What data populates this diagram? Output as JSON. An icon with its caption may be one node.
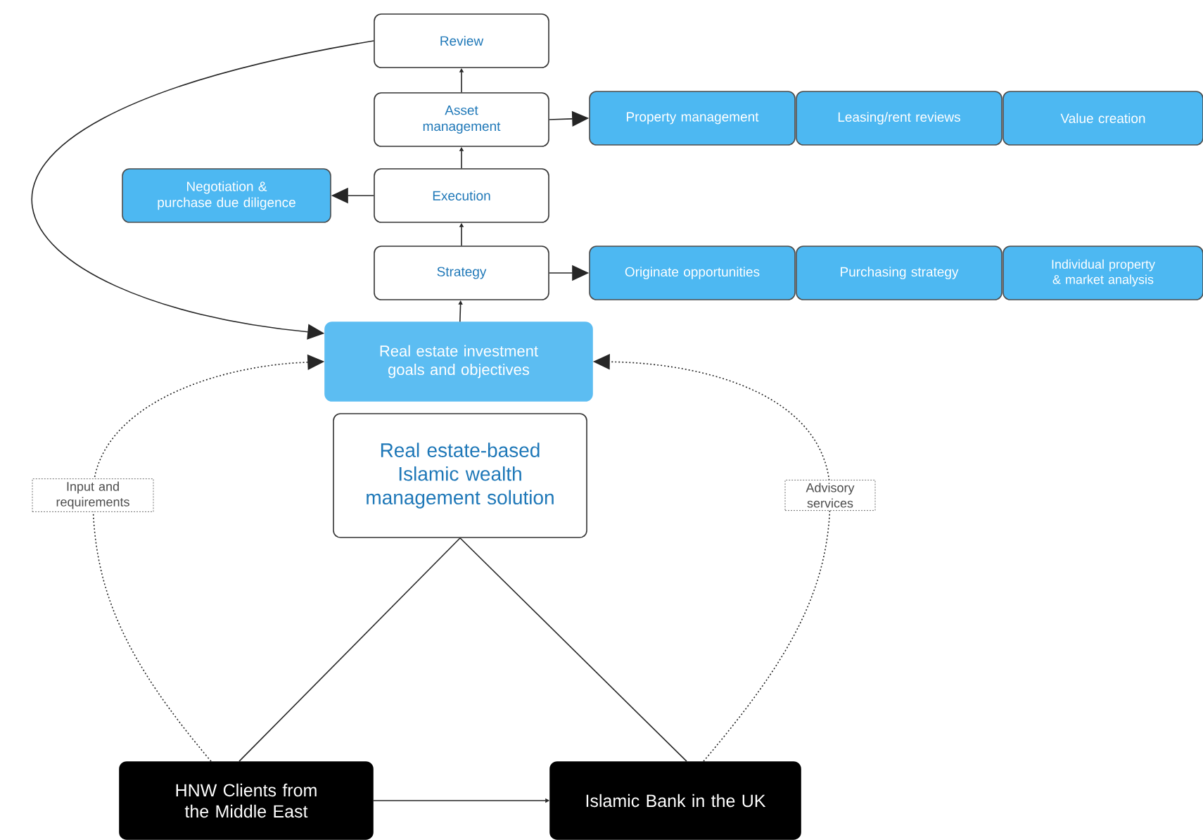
{
  "diagram": {
    "nodes": [
      {
        "text": [
          "Review"
        ]
      },
      {
        "text": [
          "Asset management"
        ]
      },
      {
        "text": [
          "Negotiation & purchase due diligence"
        ]
      },
      {
        "text": [
          "Execution"
        ]
      },
      {
        "text": [
          "Property management"
        ]
      },
      {
        "text": [
          "Leasing/rent reviews"
        ]
      },
      {
        "text": [
          "Value creation"
        ]
      },
      {
        "text": [
          "Strategy"
        ]
      },
      {
        "text": [
          "Originate opportunities"
        ]
      },
      {
        "text": [
          "Purchasing strategy"
        ]
      },
      {
        "text": [
          "Individual property & market analysis"
        ]
      },
      {
        "text": [
          "Real estate investment goals and objectives"
        ]
      },
      {
        "text": [
          "Real estate-based Islamic wealth management solution"
        ]
      },
      {
        "text": [
          "HNW Clients from the Middle East"
        ]
      },
      {
        "text": [
          "Islamic Bank in the UK"
        ]
      }
    ],
    "edges": [
      {
        "from": 11,
        "to": 7,
        "arrow": "to"
      },
      {
        "from": 7,
        "to": 3,
        "arrow": "to"
      },
      {
        "from": 3,
        "to": 1,
        "arrow": "to"
      },
      {
        "from": 1,
        "to": 0,
        "arrow": "to"
      },
      {
        "from": 3,
        "to": 2,
        "arrow": "to"
      },
      {
        "from": 1,
        "to": 4,
        "arrow": "to"
      },
      {
        "from": 7,
        "to": 8,
        "arrow": "to"
      },
      {
        "from": 0,
        "to": 11,
        "arrow": "to"
      },
      {
        "from": 13,
        "to": 11,
        "arrow": "to",
        "style": "dashed",
        "label": "Input and requirements"
      },
      {
        "from": 14,
        "to": 11,
        "arrow": "to",
        "style": "dashed",
        "label": "Advisory services"
      },
      {
        "from": 12,
        "to": 13,
        "arrow": "none"
      },
      {
        "from": 12,
        "to": 14,
        "arrow": "none"
      },
      {
        "from": 13,
        "to": 14,
        "arrow": "to"
      }
    ]
  }
}
